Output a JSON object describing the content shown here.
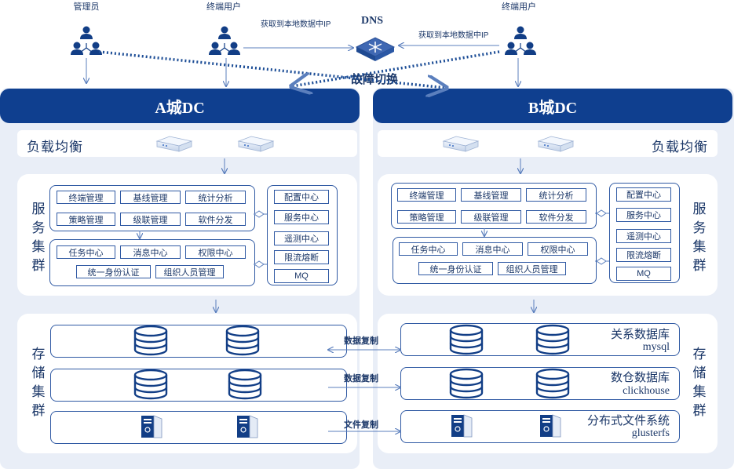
{
  "top": {
    "admin_label": "管理员",
    "user_a_label": "终端用户",
    "user_b_label": "终端用户",
    "dns_label": "DNS",
    "dns_note_left": "获取到本地数据中IP",
    "dns_note_right": "获取到本地数据中IP",
    "failover_label": "故障切换"
  },
  "dc_a": {
    "title": "A城DC",
    "lb_label": "负载均衡",
    "service_label": "服务集群",
    "group1": [
      "终端管理",
      "基线管理",
      "统计分析",
      "策略管理",
      "级联管理",
      "软件分发"
    ],
    "group2": [
      "任务中心",
      "消息中心",
      "权限中心",
      "统一身份认证",
      "组织人员管理"
    ],
    "side": [
      "配置中心",
      "服务中心",
      "遥测中心",
      "限流熔断",
      "MQ"
    ],
    "storage_label": "存储集群"
  },
  "dc_b": {
    "title": "B城DC",
    "lb_label": "负载均衡",
    "service_label": "服务集群",
    "group1": [
      "终端管理",
      "基线管理",
      "统计分析",
      "策略管理",
      "级联管理",
      "软件分发"
    ],
    "group2": [
      "任务中心",
      "消息中心",
      "权限中心",
      "统一身份认证",
      "组织人员管理"
    ],
    "side": [
      "配置中心",
      "服务中心",
      "遥测中心",
      "限流熔断",
      "MQ"
    ],
    "storage_label": "存储集群",
    "storage_rows": [
      {
        "title": "关系数据库",
        "sub": "mysql"
      },
      {
        "title": "数仓数据库",
        "sub": "clickhouse"
      },
      {
        "title": "分布式文件系统",
        "sub": "glusterfs"
      }
    ]
  },
  "replication": [
    "数据复制",
    "数据复制",
    "文件复制"
  ],
  "colors": {
    "dc_header": "#0f3f8f",
    "dc_background": "#e9eef7",
    "border": "#2f59a3",
    "arrow": "#5b7fbd"
  }
}
